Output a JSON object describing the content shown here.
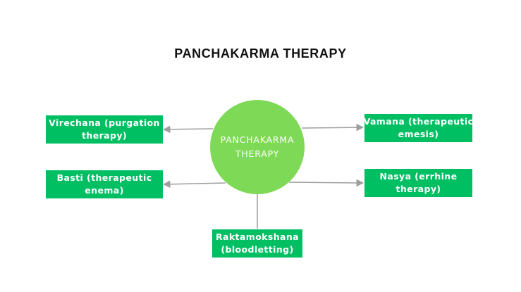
{
  "title": "PANCHAKARMA THERAPY",
  "center": {
    "line1": "PANCHAKARMA",
    "line2": "THERAPY"
  },
  "nodes": {
    "virechana": {
      "line1": "Virechana (purgation",
      "line2": "therapy)"
    },
    "basti": {
      "line1": "Basti (therapeutic",
      "line2": "enema)"
    },
    "vamana": {
      "line1": "Vamana (therapeutic",
      "line2": "emesis)"
    },
    "nasya": {
      "line1": "Nasya (errhine",
      "line2": "therapy)"
    },
    "raktamokshana": {
      "line1": "Raktamokshana",
      "line2": "(bloodletting)"
    }
  },
  "colors": {
    "circle": "#7ed957",
    "box": "#00bf63",
    "connector": "#9e9e9e"
  }
}
